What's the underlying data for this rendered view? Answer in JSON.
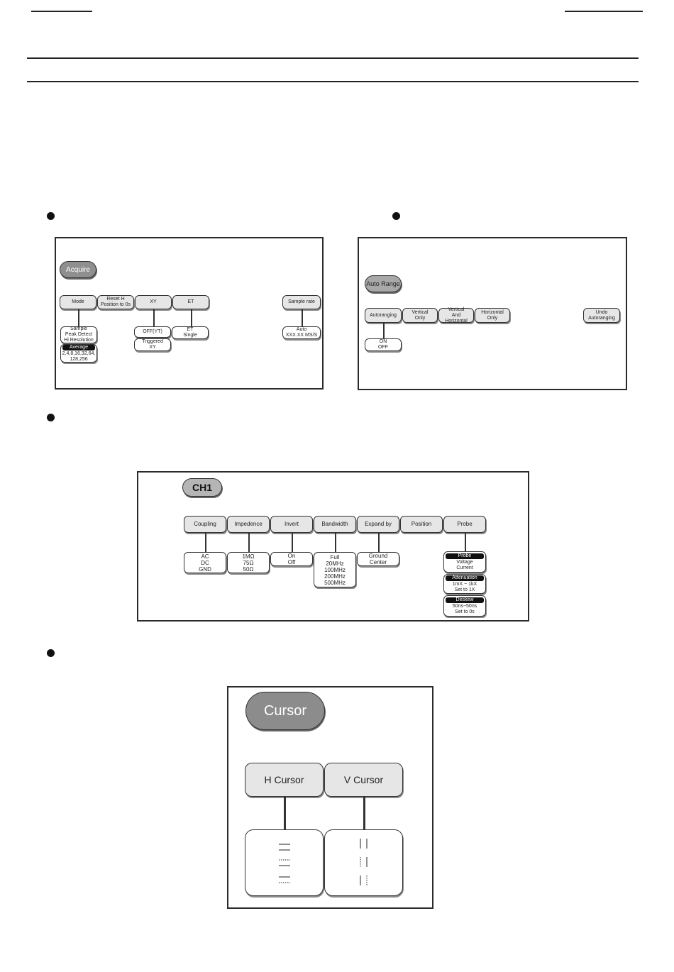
{
  "acquire": {
    "root": "Acquire",
    "mode": "Mode",
    "reset_h": [
      "Reset H",
      "Position to 0s"
    ],
    "xy": "XY",
    "et": "ET",
    "sample_rate": "Sample rate",
    "mode_options": [
      "Sample",
      "Peak Detect",
      "Hi Resolution"
    ],
    "average_header": "Average",
    "average_values": [
      "2,4,8,16,32,64,",
      "128,256"
    ],
    "xy_options_1": [
      "OFF(YT)"
    ],
    "xy_options_2": [
      "Triggered",
      "XY"
    ],
    "et_options": [
      "ET",
      "Single"
    ],
    "sample_rate_options": [
      "Auto",
      "XXX.XX MS/S"
    ]
  },
  "autorange": {
    "root": "Auto Range",
    "autoranging": "Autoranging",
    "vertical_only": [
      "Vertical",
      "Only"
    ],
    "vertical_horizontal": [
      "Vertical",
      "And",
      "Horizontal"
    ],
    "horizontal_only": [
      "Horizontal",
      "Only"
    ],
    "undo": [
      "Undo",
      "Autoranging"
    ],
    "autoranging_options": [
      "ON",
      "OFF"
    ]
  },
  "ch1": {
    "root": "CH1",
    "coupling": "Coupling",
    "impedence": "Impedence",
    "invert": "Invert",
    "bandwidth": "Bandwidth",
    "expand_by": "Expand by",
    "position": "Position",
    "probe": "Probe",
    "coupling_options": [
      "AC",
      "DC",
      "GND"
    ],
    "impedence_options": [
      "1MΩ",
      "75Ω",
      "50Ω"
    ],
    "invert_options": [
      "On",
      "Off"
    ],
    "bandwidth_options": [
      "Full",
      "20MHz",
      "100MHz",
      "200MHz",
      "500MHz"
    ],
    "expand_options": [
      "Ground",
      "Center"
    ],
    "probe_header": "Probe",
    "probe_options": [
      "Voltage",
      "Current"
    ],
    "attenuation_header": "Attenuation",
    "attenuation_options": [
      "1mX ~ 1kX",
      "Set to 1X"
    ],
    "deskew_header": "Deskew",
    "deskew_options": [
      "50ns~50ns",
      "Set to 0s"
    ]
  },
  "cursor": {
    "root": "Cursor",
    "h_cursor": "H Cursor",
    "v_cursor": "V Cursor"
  }
}
